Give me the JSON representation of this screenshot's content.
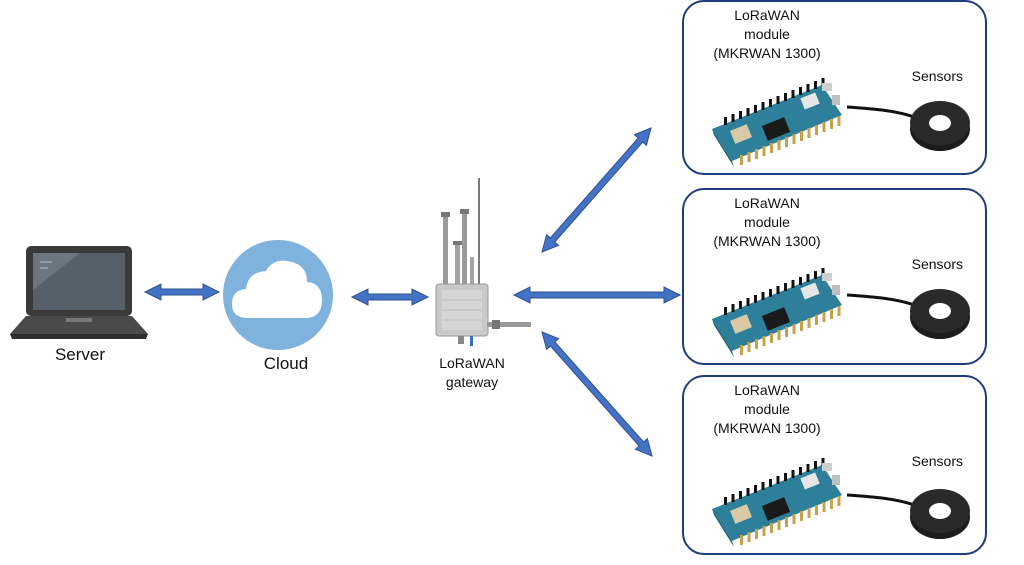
{
  "nodes": {
    "server": "Server",
    "cloud": "Cloud",
    "gateway": [
      "LoRaWAN",
      "gateway"
    ]
  },
  "modules": [
    {
      "title": [
        "LoRaWAN",
        "module",
        "(MKRWAN 1300)"
      ],
      "sensors": "Sensors"
    },
    {
      "title": [
        "LoRaWAN",
        "module",
        "(MKRWAN 1300)"
      ],
      "sensors": "Sensors"
    },
    {
      "title": [
        "LoRaWAN",
        "module",
        "(MKRWAN 1300)"
      ],
      "sensors": "Sensors"
    }
  ],
  "colors": {
    "arrow": "#4472c4",
    "arrow_outline": "#2f528f",
    "box_border": "#1f3d7a",
    "cloud_circle": "#7fb2dc"
  }
}
